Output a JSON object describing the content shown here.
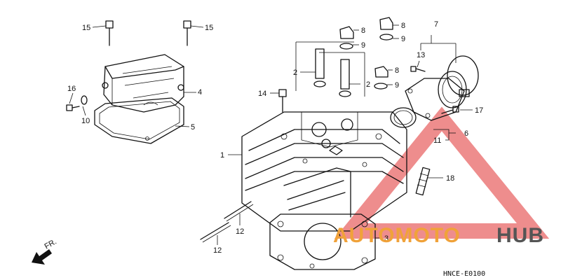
{
  "diagram": {
    "code": "HNCE-E0100",
    "direction_label": "FR.",
    "callouts": {
      "n1": "1",
      "n2a": "2",
      "n2b": "2",
      "n3": "3",
      "n4": "4",
      "n5": "5",
      "n6": "6",
      "n7": "7",
      "n8a": "8",
      "n8b": "8",
      "n8c": "8",
      "n9a": "9",
      "n9b": "9",
      "n9c": "9",
      "n10": "10",
      "n11": "11",
      "n12a": "12",
      "n12b": "12",
      "n13": "13",
      "n14": "14",
      "n15a": "15",
      "n15b": "15",
      "n16": "16",
      "n17": "17",
      "n18": "18"
    }
  },
  "watermark": {
    "brand_part1": "AUTOMOTO",
    "brand_part2": "HUB",
    "color_part1": "#f0a23a",
    "color_part2": "#555555",
    "triangle_color": "#e03030"
  }
}
